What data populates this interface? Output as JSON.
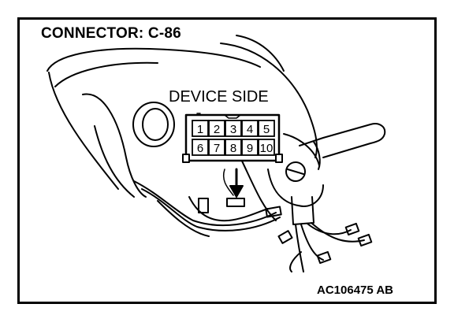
{
  "diagram": {
    "title": "CONNECTOR: C-86",
    "view_label": "DEVICE SIDE",
    "figure_code": "AC106475 AB",
    "connector": {
      "top_row": [
        "1",
        "2",
        "3",
        "4",
        "5"
      ],
      "bottom_row": [
        "6",
        "7",
        "8",
        "9",
        "10"
      ]
    }
  },
  "colors": {
    "ink": "#000000",
    "paper": "#ffffff"
  }
}
